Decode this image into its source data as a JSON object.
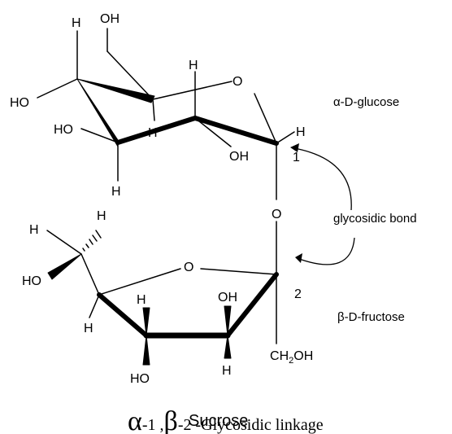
{
  "atoms": {
    "H_top": "H",
    "OH_top": "OH",
    "HO_left": "HO",
    "H_ring_top": "H",
    "O_ring1": "O",
    "HO_mid": "HO",
    "H_mid": "H",
    "OH_mid": "OH",
    "H_c1": "H",
    "num_1": "1",
    "H_bottom": "H",
    "O_bridge": "O",
    "H_f6a": "H",
    "H_f6b": "H",
    "HO_f6": "HO",
    "O_ring2": "O",
    "H_f3": "H",
    "OH_f3": "OH",
    "num_2": "2",
    "H_f5": "H",
    "HO_f4": "HO",
    "H_f4": "H",
    "CH2OH_C": "C",
    "CH2OH_H": "H",
    "CH2OH_sub": "2",
    "CH2OH_OH": "OH"
  },
  "labels": {
    "alpha_glucose": "α-D-glucose",
    "glycosidic_bond": "glycosidic bond",
    "beta_fructose": "β-D-fructose"
  },
  "caption": {
    "alpha": "α",
    "part1": "-1 ,",
    "beta": "β",
    "part2": "-2 -Glycosidic linkage",
    "overlay": "Sucrose"
  }
}
